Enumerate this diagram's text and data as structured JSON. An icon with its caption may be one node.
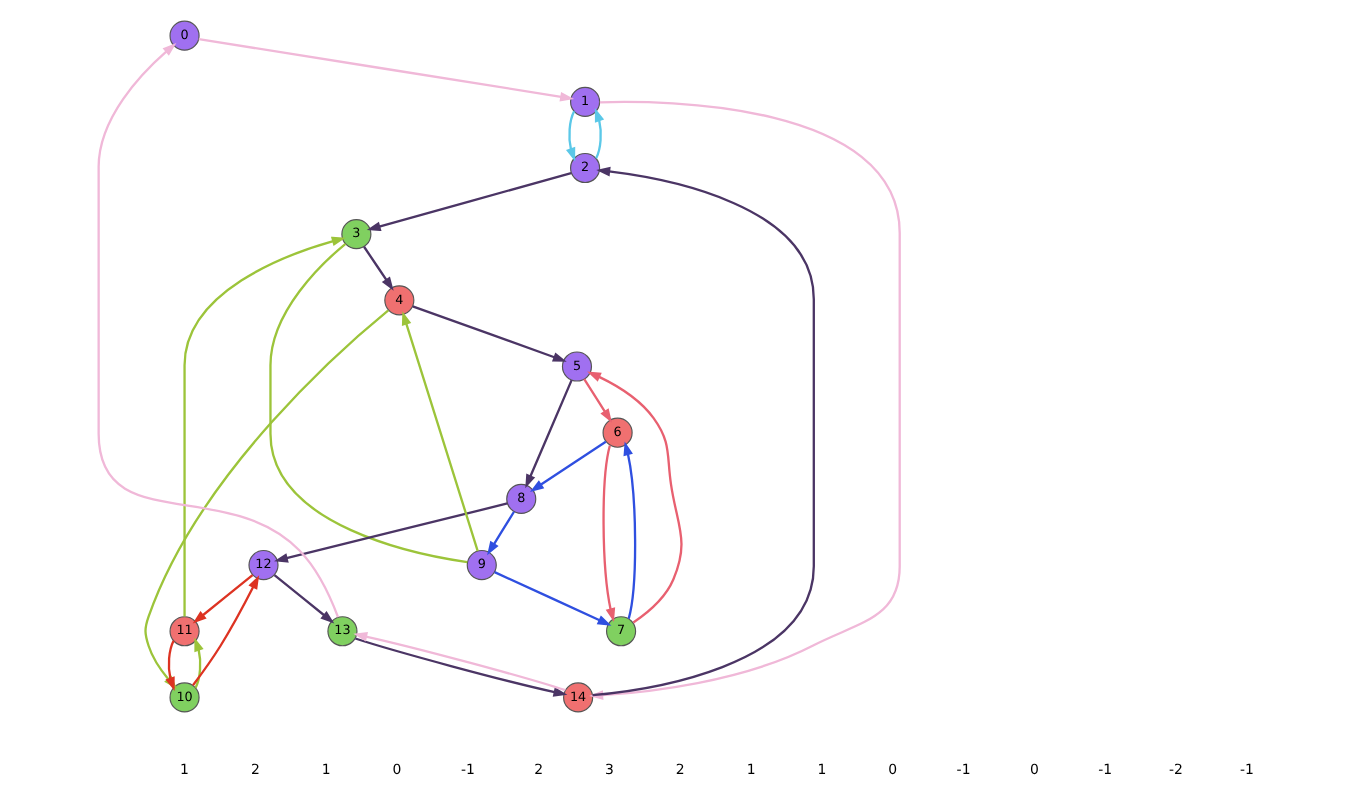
{
  "diagram": {
    "nodes": [
      {
        "text": [
          "0"
        ]
      },
      {
        "text": [
          "1"
        ]
      },
      {
        "text": [
          "2"
        ]
      },
      {
        "text": [
          "3"
        ]
      },
      {
        "text": [
          "4"
        ]
      },
      {
        "text": [
          "5"
        ]
      },
      {
        "text": [
          "6"
        ]
      },
      {
        "text": [
          "7"
        ]
      },
      {
        "text": [
          "8"
        ]
      },
      {
        "text": [
          "9"
        ]
      },
      {
        "text": [
          "10"
        ]
      },
      {
        "text": [
          "11"
        ]
      },
      {
        "text": [
          "12"
        ]
      },
      {
        "text": [
          "13"
        ]
      },
      {
        "text": [
          "14"
        ]
      }
    ],
    "edges": [
      {
        "from": 0,
        "to": 1,
        "arrow": "to",
        "color": "#f0b8d8"
      },
      {
        "from": 1,
        "to": 14,
        "arrow": "to",
        "color": "#f0b8d8"
      },
      {
        "from": 14,
        "to": 13,
        "arrow": "to",
        "color": "#f0b8d8"
      },
      {
        "from": 13,
        "to": 0,
        "arrow": "to",
        "color": "#f0b8d8"
      },
      {
        "from": 13,
        "to": 14,
        "arrow": "to"
      },
      {
        "from": 14,
        "to": 2,
        "arrow": "to"
      },
      {
        "from": 2,
        "to": 3,
        "arrow": "to"
      },
      {
        "from": 3,
        "to": 4,
        "arrow": "to"
      },
      {
        "from": 4,
        "to": 5,
        "arrow": "to"
      },
      {
        "from": 5,
        "to": 8,
        "arrow": "to"
      },
      {
        "from": 8,
        "to": 12,
        "arrow": "to"
      },
      {
        "from": 12,
        "to": 13,
        "arrow": "to"
      },
      {
        "from": 1,
        "to": 2,
        "arrow": "to",
        "color": "#5bc8e8"
      },
      {
        "from": 2,
        "to": 1,
        "arrow": "to",
        "color": "#5bc8e8"
      },
      {
        "from": 12,
        "to": 11,
        "arrow": "to",
        "color": "#dd3322"
      },
      {
        "from": 11,
        "to": 10,
        "arrow": "to",
        "color": "#dd3322"
      },
      {
        "from": 10,
        "to": 12,
        "arrow": "to",
        "color": "#dd3322"
      },
      {
        "from": 10,
        "to": 11,
        "arrow": "to",
        "color": "#9cc43a"
      },
      {
        "from": 11,
        "to": 3,
        "arrow": "to",
        "color": "#9cc43a"
      },
      {
        "from": 3,
        "to": 9,
        "arrow": "none",
        "color": "#9cc43a"
      },
      {
        "from": 9,
        "to": 4,
        "arrow": "to",
        "color": "#9cc43a"
      },
      {
        "from": 4,
        "to": 10,
        "arrow": "to",
        "color": "#9cc43a"
      },
      {
        "from": 5,
        "to": 6,
        "arrow": "to",
        "color": "#e86070"
      },
      {
        "from": 6,
        "to": 7,
        "arrow": "to",
        "color": "#e86070"
      },
      {
        "from": 7,
        "to": 5,
        "arrow": "to",
        "color": "#e86070"
      },
      {
        "from": 9,
        "to": 7,
        "arrow": "to",
        "color": "#2f4fe0"
      },
      {
        "from": 7,
        "to": 6,
        "arrow": "to",
        "color": "#2f4fe0"
      },
      {
        "from": 6,
        "to": 8,
        "arrow": "to",
        "color": "#2f4fe0"
      },
      {
        "from": 8,
        "to": 9,
        "arrow": "to",
        "color": "#2f4fe0"
      }
    ],
    "labels": [
      "1",
      "2",
      "1",
      "0",
      "-1",
      "2",
      "3",
      "2",
      "1",
      "1",
      "0",
      "-1",
      "0",
      "-1",
      "-2",
      "-1"
    ]
  }
}
